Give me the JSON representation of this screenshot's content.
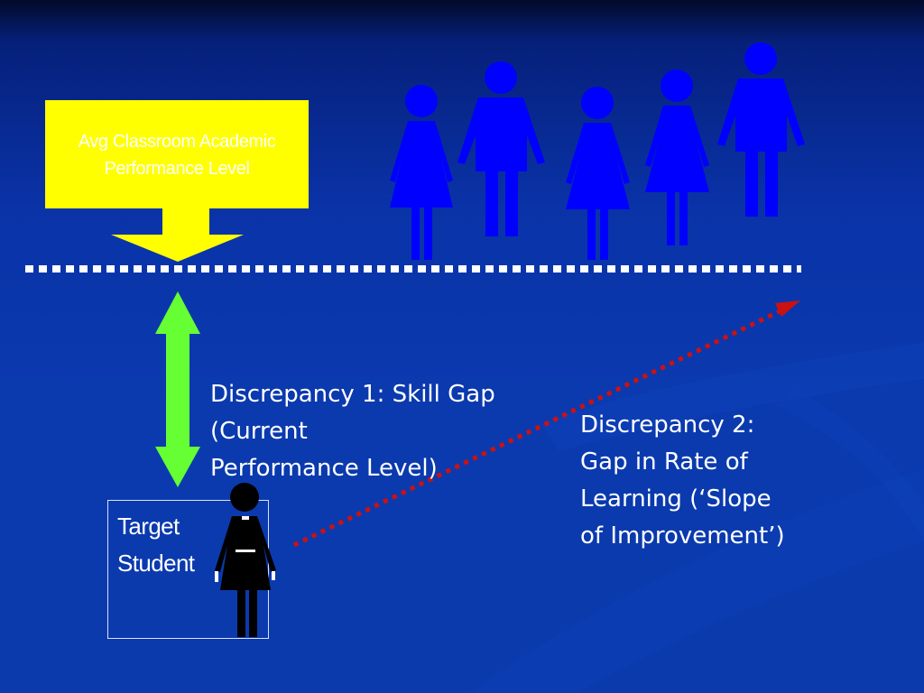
{
  "colors": {
    "background": "#0b3aad",
    "level_box": "#ffff00",
    "skill_gap_arrow": "#66ff33",
    "rate_arrow": "#cc0000",
    "classmates": "#0000ff",
    "target_student": "#000000",
    "text": "#ffffff"
  },
  "level_box": {
    "label": "Avg Classroom Academic\nPerformance Level"
  },
  "discrepancy_1": {
    "label": "Discrepancy 1: Skill Gap\n(Current\nPerformance Level)"
  },
  "discrepancy_2": {
    "label": "Discrepancy 2:\nGap in Rate of\nLearning (‘Slope\nof Improvement’)"
  },
  "target_student": {
    "label": "Target\nStudent"
  },
  "icons": {
    "classmates": [
      "female-figure-icon",
      "male-figure-icon",
      "female-figure-icon",
      "female-figure-icon",
      "male-figure-icon"
    ],
    "target": "female-figure-icon"
  }
}
